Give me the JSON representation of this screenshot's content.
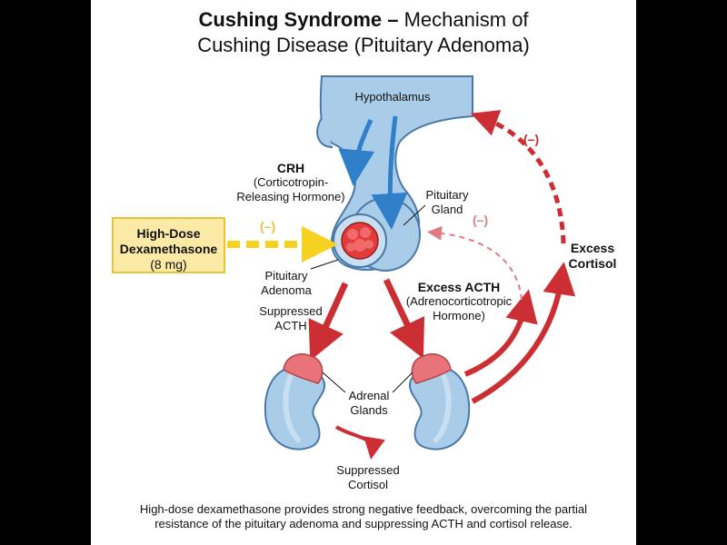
{
  "title": {
    "bold": "Cushing Syndrome –",
    "rest_line1": " Mechanism of",
    "line2": "Cushing Disease (Pituitary Adenoma)"
  },
  "labels": {
    "hypothalamus": "Hypothalamus",
    "crh": "CRH",
    "crh_full_1": "(Corticotropin-",
    "crh_full_2": "Releasing Hormone)",
    "pituitary_1": "Pituitary",
    "pituitary_2": "Gland",
    "adenoma_1": "Pituitary",
    "adenoma_2": "Adenoma",
    "suppressed_acth_1": "Suppressed",
    "suppressed_acth_2": "ACTH",
    "excess_acth": "Excess ACTH",
    "excess_acth_full_1": "(Adrenocorticotropic",
    "excess_acth_full_2": "Hormone)",
    "adrenal_1": "Adrenal",
    "adrenal_2": "Glands",
    "suppressed_cortisol_1": "Suppressed",
    "suppressed_cortisol_2": "Cortisol",
    "excess_cortisol_1": "Excess",
    "excess_cortisol_2": "Cortisol",
    "neg_feedback_dexa": "(–)",
    "neg_feedback_weak": "(–)",
    "neg_feedback_cortisol": "(–)"
  },
  "dexamethasone": {
    "title_1": "High-Dose",
    "title_2": "Dexamethasone",
    "dose": "(8 mg)"
  },
  "caption": {
    "line1": "High-dose dexamethasone provides strong negative feedback, overcoming the partial",
    "line2": "resistance of the pituitary adenoma and suppressing ACTH and cortisol release."
  },
  "colors": {
    "tissue_blue": "#a9cde9",
    "tissue_stroke": "#4a78a8",
    "arrow_blue": "#2f7fc9",
    "arrow_red": "#cc2f33",
    "feedback_pink": "#e07b82",
    "adenoma_red": "#e23b3b",
    "adrenal_cap": "#e8747a",
    "dexa_yellow": "#f4d21f"
  }
}
